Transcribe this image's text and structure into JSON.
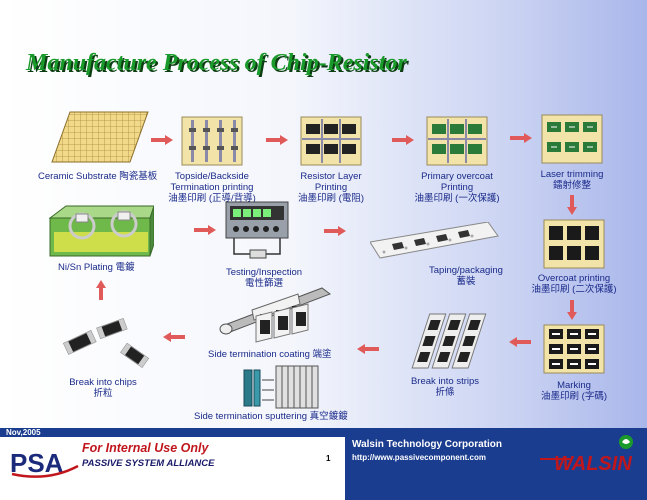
{
  "title": "Manufacture Process of  Chip-Resistor",
  "steps": {
    "ceramic": {
      "l1": "Ceramic Substrate 陶瓷基板"
    },
    "topside": {
      "l1": "Topside/Backside",
      "l2": "Termination printing",
      "l3": "油墨印刷 (正導/背導)"
    },
    "resistor": {
      "l1": "Resistor Layer",
      "l2": "Printing",
      "l3": "油墨印刷 (電阻)"
    },
    "primary": {
      "l1": "Primary overcoat",
      "l2": "Printing",
      "l3": "油墨印刷 (一次保護)"
    },
    "laser": {
      "l1": "Laser trimming",
      "l2": "鐳射修整"
    },
    "overcoat": {
      "l1": "Overcoat printing",
      "l2": "油墨印刷 (二次保護)"
    },
    "marking": {
      "l1": "Marking",
      "l2": "油墨印刷 (字碼)"
    },
    "strips": {
      "l1": "Break into strips",
      "l2": "折條"
    },
    "sidecoat": {
      "l1": "Side termination coating 端塗"
    },
    "sputter": {
      "l1": "Side termination sputtering 真空鍍鍍"
    },
    "chips": {
      "l1": "Break into chips",
      "l2": "折粒"
    },
    "plating": {
      "l1": "Ni/Sn Plating 電鍍"
    },
    "testing": {
      "l1": "Testing/Inspection",
      "l2": "電性篩選"
    },
    "taping": {
      "l1": "Taping/packaging",
      "l2": "蓄裝"
    }
  },
  "footer": {
    "date": "Nov,2005",
    "internal": "For Internal Use Only",
    "alliance": "PASSIVE SYSTEM ALLIANCE",
    "page": "1",
    "company": "Walsin Technology Corporation",
    "url": "http://www.passivecomponent.com",
    "psa_logo": "PSA",
    "walsin_logo": "WALSIN"
  },
  "colors": {
    "title_green": "#1a9a2a",
    "label_blue": "#1a2a8a",
    "arrow_red": "#e05a5a",
    "footer_blue": "#1b3d8f"
  }
}
